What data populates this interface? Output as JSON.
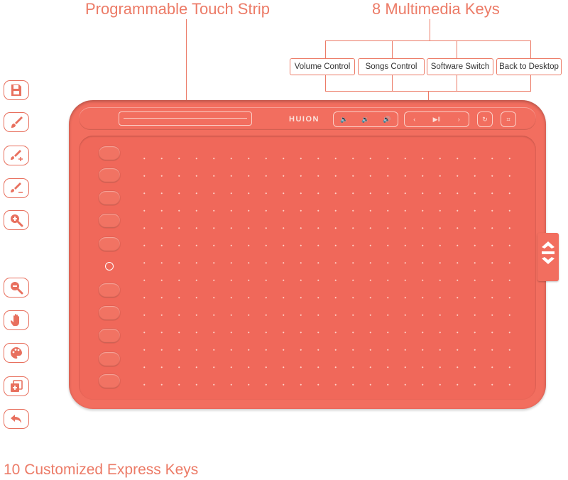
{
  "labels": {
    "touch_strip": "Programmable Touch Strip",
    "multimedia": "8 Multimedia Keys",
    "express": "10 Customized Express Keys"
  },
  "multimedia_groups": [
    "Volume Control",
    "Songs Control",
    "Software Switch",
    "Back to Desktop"
  ],
  "brand": "HUION",
  "express_key_icons": [
    "floppy-disk-icon",
    "brush-icon",
    "brush-plus-icon",
    "brush-minus-icon",
    "zoom-in-icon",
    "zoom-out-icon",
    "hand-icon",
    "palette-icon",
    "layer-plus-icon",
    "undo-icon"
  ],
  "colors": {
    "tablet": "#f26e5f",
    "accent": "#ec7b67"
  }
}
